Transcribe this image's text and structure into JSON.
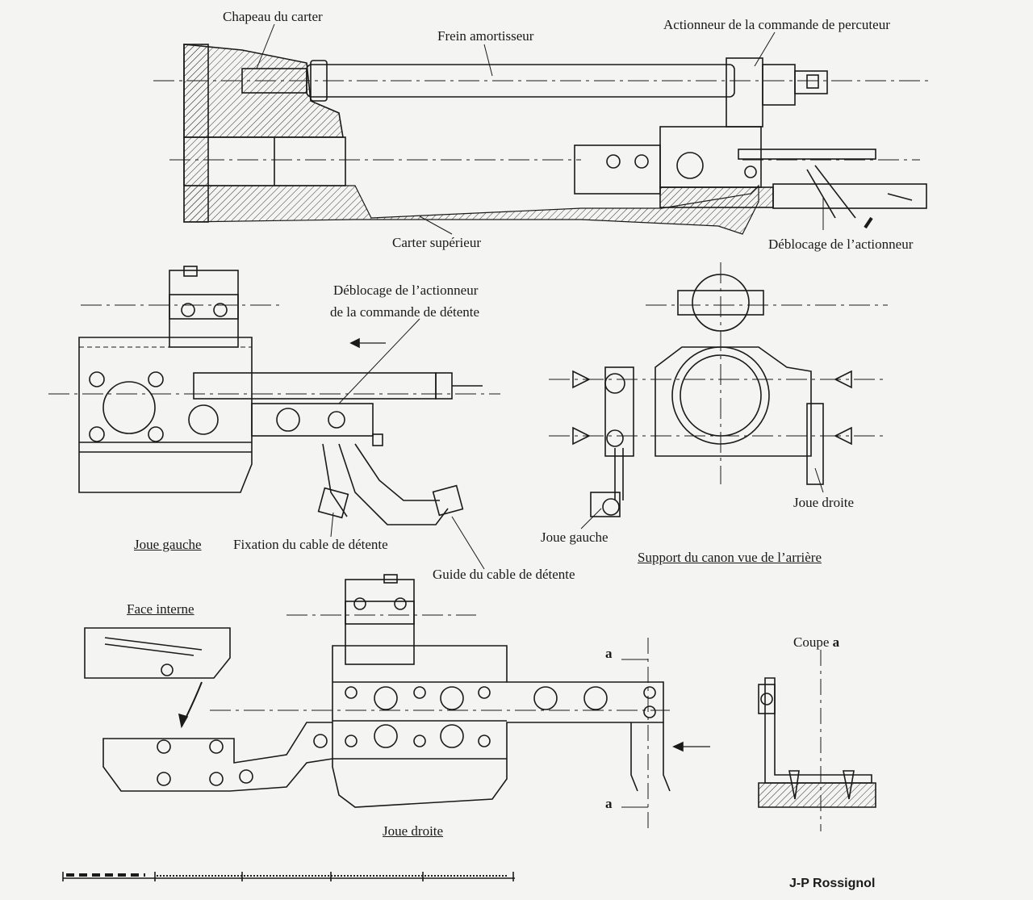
{
  "labels": {
    "chapeau": "Chapeau du carter",
    "frein": "Frein amortisseur",
    "actionneur": "Actionneur de la commande de percuteur",
    "carter_sup": "Carter supérieur",
    "deblocage1": "Déblocage de l’actionneur",
    "deblocage2_l1": "Déblocage de l’actionneur",
    "deblocage2_l2": "de la commande de détente",
    "joue_gauche_1": "Joue gauche",
    "fixation": "Fixation du cable de détente",
    "guide": "Guide du cable de détente",
    "joue_gauche_2": "Joue gauche",
    "joue_droite_1": "Joue droite",
    "support": "Support du canon vue de l’arrière",
    "face_interne": "Face interne",
    "coupe": "Coupe",
    "coupe_letter": "a",
    "section_a_top": "a",
    "section_a_bottom": "a",
    "joue_droite_2": "Joue droite"
  },
  "credit": "J-P Rossignol"
}
